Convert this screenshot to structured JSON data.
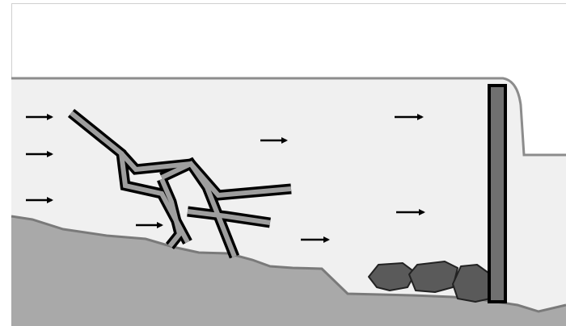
{
  "diagram": {
    "colors": {
      "background": "#ffffff",
      "border": "#d0d0d0",
      "water_fill": "#f0f0f0",
      "water_line": "#8c8c8c",
      "ground_fill": "#a9a9a9",
      "ground_line": "#7a7a7a",
      "debris_outline": "#000000",
      "debris_inner": "#9e9e9e",
      "rock_fill": "#5a5a5a",
      "rock_outline": "#222222",
      "post_fill": "#707070",
      "post_outline": "#000000",
      "arrow": "#000000"
    },
    "icons": {
      "flow_arrow": "right-arrow",
      "log_jam": "woody-debris",
      "rock": "boulder",
      "post": "vertical-post"
    }
  }
}
